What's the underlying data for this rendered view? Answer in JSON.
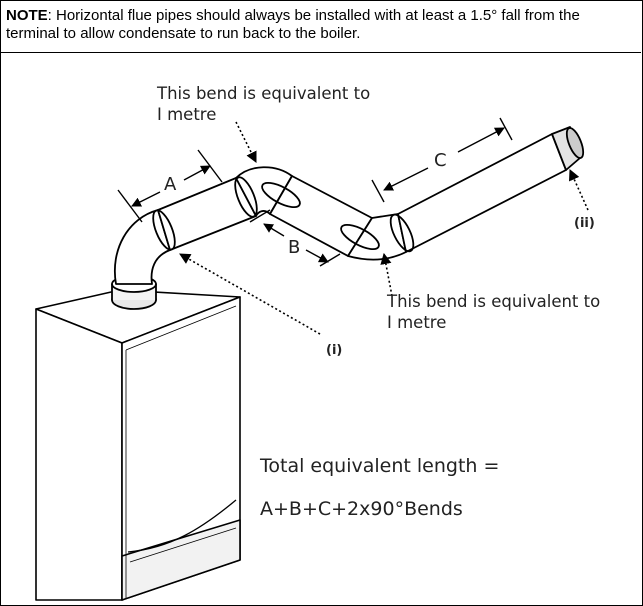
{
  "note": {
    "prefix": "NOTE",
    "text": ":  Horizontal flue pipes should always be installed with at least a 1.5° fall from the terminal to allow condensate to run back to the boiler."
  },
  "diagram": {
    "bend1_label_line1": "This bend is equivalent to",
    "bend1_label_line2": "I  metre",
    "bend2_label_line1": "This bend is equivalent to",
    "bend2_label_line2": "I  metre",
    "dim_a": "A",
    "dim_b": "B",
    "dim_c": "C",
    "callout_i": "(i)",
    "callout_ii": "(ii)",
    "formula_line1": "Total equivalent length =",
    "formula_line2": "A+B+C+2x90°Bends"
  }
}
